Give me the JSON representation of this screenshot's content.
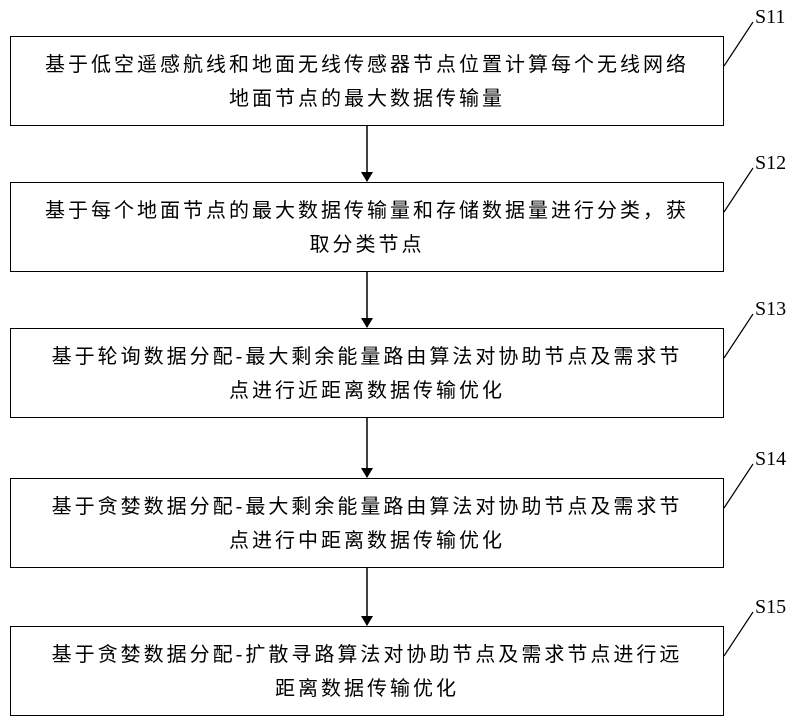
{
  "steps": [
    {
      "id": "S11",
      "text_line1": "基于低空遥感航线和地面无线传感器节点位置计算每个无线网络",
      "text_line2": "地面节点的最大数据传输量"
    },
    {
      "id": "S12",
      "text_line1": "基于每个地面节点的最大数据传输量和存储数据量进行分类，获",
      "text_line2": "取分类节点"
    },
    {
      "id": "S13",
      "text_line1": "基于轮询数据分配-最大剩余能量路由算法对协助节点及需求节",
      "text_line2": "点进行近距离数据传输优化"
    },
    {
      "id": "S14",
      "text_line1": "基于贪婪数据分配-最大剩余能量路由算法对协助节点及需求节",
      "text_line2": "点进行中距离数据传输优化"
    },
    {
      "id": "S15",
      "text_line1": "基于贪婪数据分配-扩散寻路算法对协助节点及需求节点进行远",
      "text_line2": "距离数据传输优化"
    }
  ]
}
